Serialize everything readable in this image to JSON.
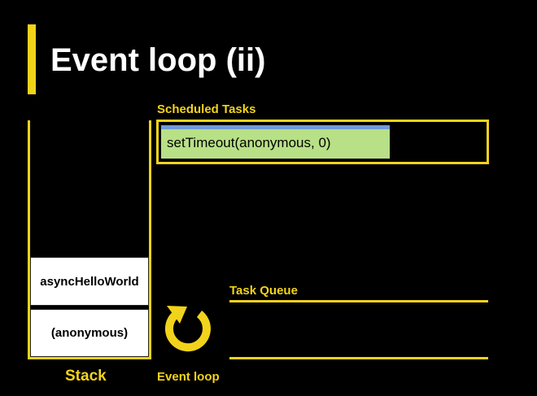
{
  "slide": {
    "title": "Event loop (ii)",
    "accent_color": "#f2d31b"
  },
  "stack": {
    "label": "Stack",
    "frames": [
      "asyncHelloWorld",
      "(anonymous)"
    ]
  },
  "scheduled_tasks": {
    "label": "Scheduled Tasks",
    "tasks": [
      "setTimeout(anonymous, 0)"
    ],
    "task_color": "#b8e086",
    "task_bar_color": "#6f9bd6"
  },
  "event_loop": {
    "label": "Event loop",
    "icon": "refresh-icon"
  },
  "task_queue": {
    "label": "Task Queue",
    "items": []
  }
}
